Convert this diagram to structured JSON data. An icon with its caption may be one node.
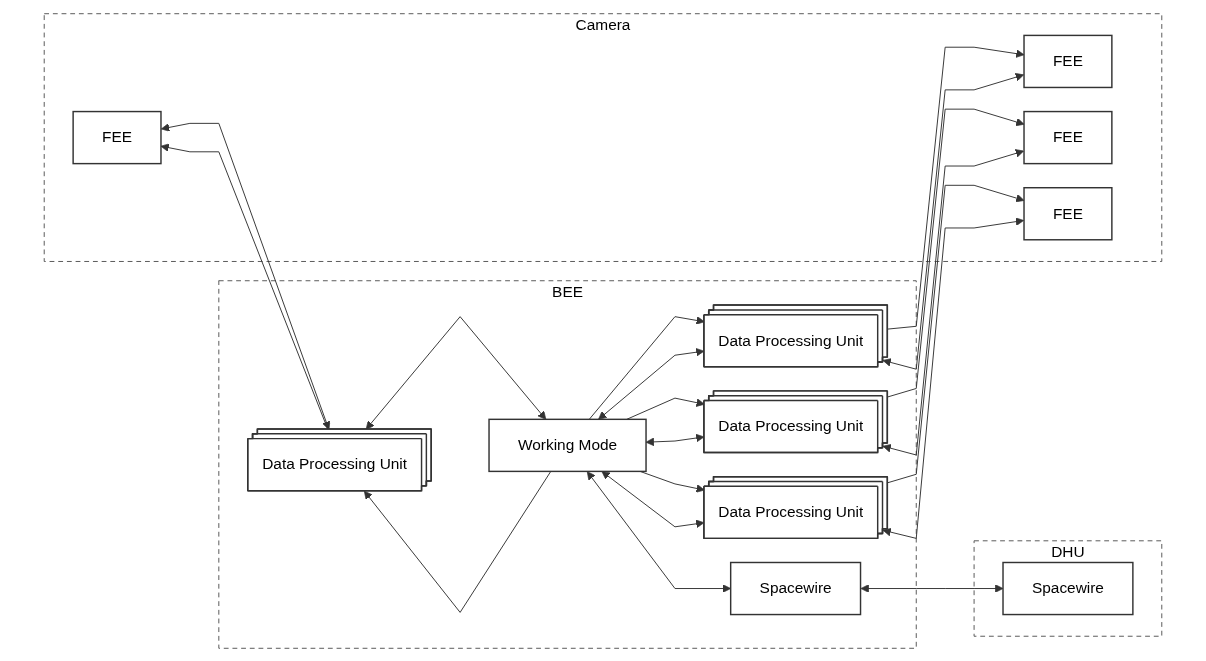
{
  "diagram": {
    "nodes": [
      {
        "text": [
          "Camera"
        ]
      },
      {
        "text": [
          "FEE"
        ],
        "in": 0
      },
      {
        "text": [
          "FEE"
        ],
        "in": 0
      },
      {
        "text": [
          "FEE"
        ],
        "in": 0
      },
      {
        "text": [
          "FEE"
        ],
        "in": 0
      },
      {
        "text": [
          "BEE"
        ]
      },
      {
        "text": [
          "Data Processing Unit"
        ],
        "in": 5
      },
      {
        "text": [
          "Data Processing Unit"
        ],
        "in": 5
      },
      {
        "text": [
          "Data Processing Unit"
        ],
        "in": 5
      },
      {
        "text": [
          "Data Processing Unit"
        ],
        "in": 5
      },
      {
        "text": [
          "Working Mode"
        ],
        "in": 5
      },
      {
        "text": [
          "Spacewire"
        ],
        "in": 5
      },
      {
        "text": [
          "DHU"
        ]
      },
      {
        "text": [
          "Spacewire"
        ],
        "in": 12
      }
    ],
    "edges": [
      {
        "from": 6,
        "to": 1,
        "arrow": "to"
      },
      {
        "from": 1,
        "to": 6,
        "arrow": "both"
      },
      {
        "from": 7,
        "to": 2,
        "arrow": "to"
      },
      {
        "from": 2,
        "to": 7,
        "arrow": "both"
      },
      {
        "from": 8,
        "to": 3,
        "arrow": "to"
      },
      {
        "from": 3,
        "to": 8,
        "arrow": "both"
      },
      {
        "from": 9,
        "to": 4,
        "arrow": "to"
      },
      {
        "from": 4,
        "to": 9,
        "arrow": "both"
      },
      {
        "from": 10,
        "to": 6,
        "arrow": "both"
      },
      {
        "from": 10,
        "to": 6,
        "arrow": "to"
      },
      {
        "from": 10,
        "to": 7,
        "arrow": "both"
      },
      {
        "from": 10,
        "to": 7,
        "arrow": "to"
      },
      {
        "from": 10,
        "to": 8,
        "arrow": "both"
      },
      {
        "from": 10,
        "to": 8,
        "arrow": "to"
      },
      {
        "from": 10,
        "to": 9,
        "arrow": "both"
      },
      {
        "from": 10,
        "to": 9,
        "arrow": "to"
      },
      {
        "from": 10,
        "to": 11,
        "arrow": "both"
      },
      {
        "from": 11,
        "to": 13,
        "arrow": "both"
      }
    ]
  }
}
